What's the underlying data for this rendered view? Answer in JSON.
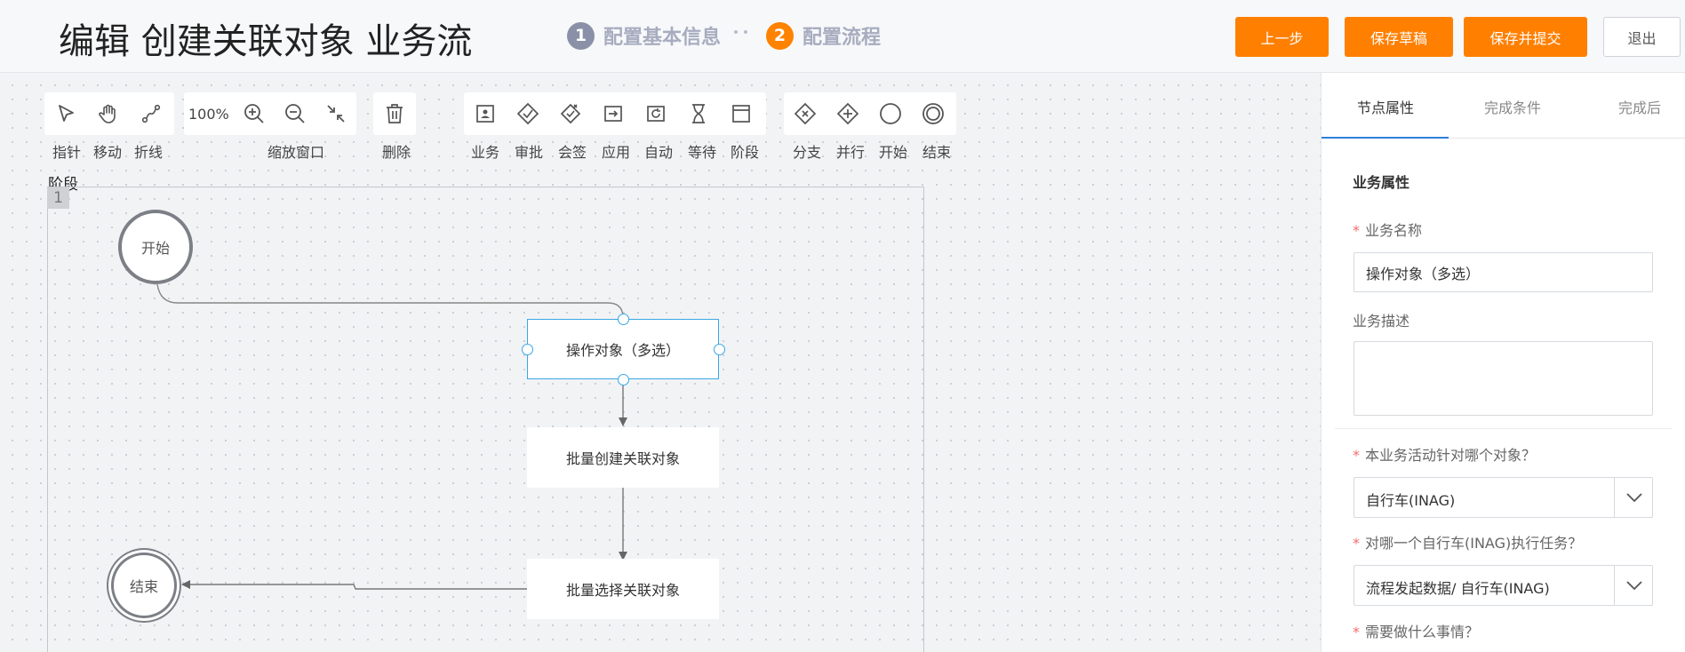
{
  "header": {
    "title": "编辑 创建关联对象 业务流",
    "steps": [
      {
        "num": "1",
        "label": "配置基本信息"
      },
      {
        "num": "2",
        "label": "配置流程"
      }
    ],
    "buttons": {
      "prev": "上一步",
      "save_draft": "保存草稿",
      "save_submit": "保存并提交",
      "exit": "退出"
    }
  },
  "toolbar": {
    "labels": {
      "pointer": "指针",
      "move": "移动",
      "polyline": "折线",
      "zoom_window": "缩放窗口",
      "delete": "删除",
      "business": "业务",
      "approve": "审批",
      "countersign": "会签",
      "apply": "应用",
      "auto": "自动",
      "wait": "等待",
      "stage": "阶段",
      "branch": "分支",
      "parallel": "并行",
      "start": "开始",
      "end": "结束"
    },
    "zoom": "100%"
  },
  "canvas": {
    "stage": {
      "title": "阶段",
      "number": "1"
    },
    "nodes": {
      "start": "开始",
      "end": "结束",
      "task1": "操作对象（多选）",
      "task2": "批量创建关联对象",
      "task3": "批量选择关联对象"
    }
  },
  "panel": {
    "tabs": [
      "节点属性",
      "完成条件",
      "完成后"
    ],
    "section_title": "业务属性",
    "fields": {
      "name_label": "业务名称",
      "name_value": "操作对象（多选）",
      "desc_label": "业务描述",
      "desc_value": "",
      "object_label": "本业务活动针对哪个对象？",
      "object_value": "自行车(INAG)",
      "target_label": "对哪一个自行车(INAG)执行任务？",
      "target_value": "流程发起数据/ 自行车(INAG)",
      "todo_label": "需要做什么事情？"
    }
  },
  "colors": {
    "accent": "#ff7f00",
    "selected": "#3aa7e6",
    "tab_active": "#2f7fd8"
  }
}
